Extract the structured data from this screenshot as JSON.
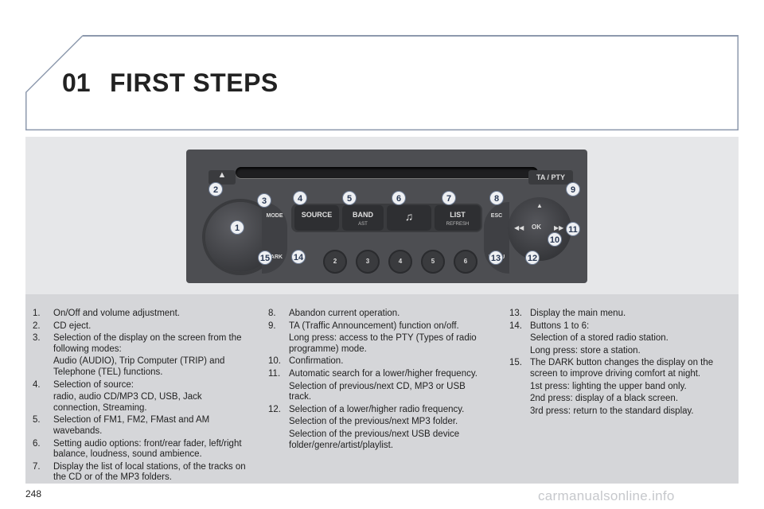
{
  "header": {
    "chapter_number": "01",
    "chapter_title": "FIRST STEPS"
  },
  "radio": {
    "eject_symbol": "▲",
    "ta_pty": "TA / PTY",
    "mode": "MODE",
    "dark": "DARK",
    "source": "SOURCE",
    "band": "BAND",
    "band_sub": "AST",
    "music_icon": "♫",
    "list": "LIST",
    "list_sub": "REFRESH",
    "esc": "ESC",
    "menu": "MENU",
    "ok": "OK",
    "knob_label": "1",
    "presets": [
      "2",
      "3",
      "4",
      "5",
      "6"
    ]
  },
  "callouts": [
    "2",
    "3",
    "4",
    "5",
    "6",
    "7",
    "8",
    "9",
    "11",
    "10",
    "12",
    "13",
    "14",
    "15"
  ],
  "col1": [
    {
      "n": "1.",
      "t": "On/Off and volume adjustment."
    },
    {
      "n": "2.",
      "t": "CD eject."
    },
    {
      "n": "3.",
      "t": "Selection of the display on the screen from the following modes:",
      "sub": "Audio (AUDIO), Trip Computer (TRIP) and Telephone (TEL) functions."
    },
    {
      "n": "4.",
      "t": "Selection of source:",
      "sub": "radio, audio CD/MP3 CD, USB, Jack connection, Streaming."
    },
    {
      "n": "5.",
      "t": "Selection of FM1, FM2, FMast and AM wavebands."
    },
    {
      "n": "6.",
      "t": "Setting audio options: front/rear fader, left/right balance, loudness, sound ambience."
    },
    {
      "n": "7.",
      "t": "Display the list of local stations, of the tracks on the CD or of the MP3 folders."
    }
  ],
  "col2": [
    {
      "n": "8.",
      "t": "Abandon current operation."
    },
    {
      "n": "9.",
      "t": "TA (Traffic Announcement) function on/off.",
      "sub": "Long press: access to the PTY (Types of radio programme) mode."
    },
    {
      "n": "10.",
      "t": "Confirmation."
    },
    {
      "n": "11.",
      "t": "Automatic search for a lower/higher frequency.",
      "sub": "Selection of previous/next CD, MP3 or USB track."
    },
    {
      "n": "12.",
      "t": "Selection of a lower/higher radio frequency.",
      "sub": "Selection of the previous/next MP3 folder.",
      "sub2": "Selection of the previous/next USB device folder/genre/artist/playlist."
    }
  ],
  "col3": [
    {
      "n": "13.",
      "t": "Display the main menu."
    },
    {
      "n": "14.",
      "t": "Buttons 1 to 6:",
      "sub": "Selection of a stored radio station.",
      "sub2": "Long press: store a station."
    },
    {
      "n": "15.",
      "t": "The DARK button changes the display on the screen to improve driving comfort at night.",
      "sub": "1st press: lighting the upper band only.",
      "sub2": "2nd press: display of a black screen.",
      "sub3": "3rd press: return to the standard display."
    }
  ],
  "footer": {
    "page_number": "248",
    "watermark": "carmanualsonline.info"
  }
}
